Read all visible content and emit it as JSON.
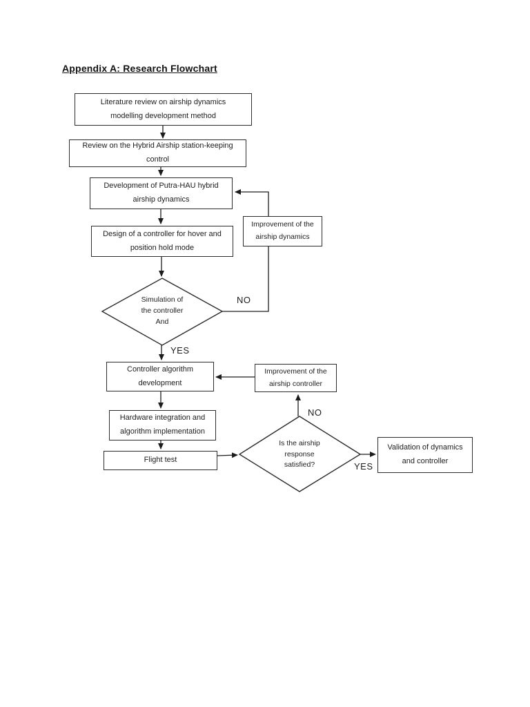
{
  "page": {
    "title": "Appendix A: Research Flowchart"
  },
  "flowchart": {
    "nodes": [
      {
        "id": "literature-review",
        "type": "process",
        "label": "Literature review on airship dynamics\nmodelling development method"
      },
      {
        "id": "station-keeping-review",
        "type": "process",
        "label": "Review on the Hybrid Airship station-keeping\ncontrol"
      },
      {
        "id": "dynamics-development",
        "type": "process",
        "label": "Development of Putra-HAU hybrid\nairship dynamics"
      },
      {
        "id": "controller-design",
        "type": "process",
        "label": "Design of a controller for hover and\nposition hold mode"
      },
      {
        "id": "dynamics-improvement",
        "type": "process",
        "label": "Improvement of the\nairship dynamics"
      },
      {
        "id": "simulation-decision",
        "type": "decision",
        "label": "Simulation of\nthe controller\nAnd"
      },
      {
        "id": "algorithm-development",
        "type": "process",
        "label": "Controller algorithm\ndevelopment"
      },
      {
        "id": "controller-improvement",
        "type": "process",
        "label": "Improvement of the\nairship controller"
      },
      {
        "id": "hardware-integration",
        "type": "process",
        "label": "Hardware integration and\nalgorithm implementation"
      },
      {
        "id": "flight-test",
        "type": "process",
        "label": "Flight test"
      },
      {
        "id": "response-decision",
        "type": "decision",
        "label": "Is the airship\nresponse\nsatisfied?"
      },
      {
        "id": "validation",
        "type": "process",
        "label": "Validation of dynamics\nand controller"
      }
    ],
    "edge_labels": [
      {
        "id": "no-simulation",
        "text": "NO"
      },
      {
        "id": "yes-simulation",
        "text": "YES"
      },
      {
        "id": "no-response",
        "text": "NO"
      },
      {
        "id": "yes-response",
        "text": "YES"
      }
    ],
    "colors": {
      "line": "#1c1c1c",
      "box_border": "#2b2b2b",
      "text": "#1c1c1c",
      "page_background": "#ffffff"
    }
  }
}
